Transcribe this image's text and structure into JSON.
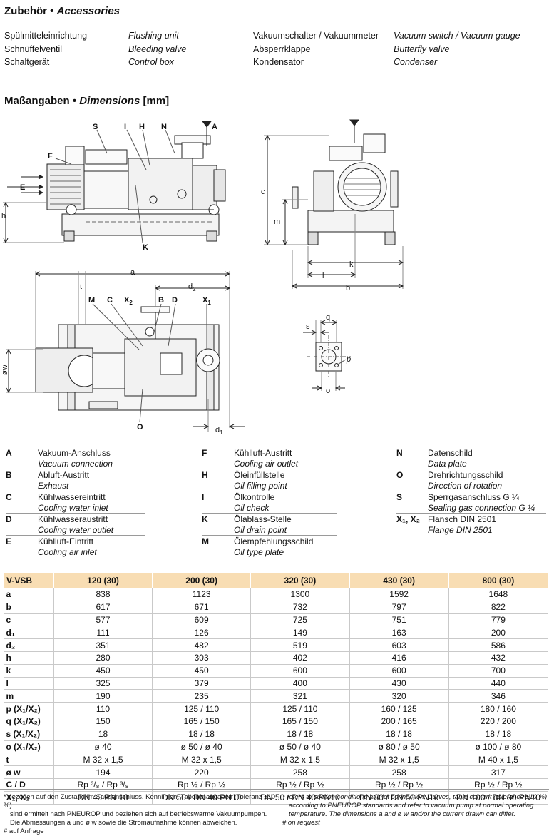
{
  "accessories": {
    "heading_de": "Zubehör",
    "heading_sep": "•",
    "heading_en": "Accessories",
    "items": [
      {
        "de": "Spülmitteleinrichtung",
        "en": "Flushing unit"
      },
      {
        "de": "Schnüffelventil",
        "en": "Bleeding valve"
      },
      {
        "de": "Schaltgerät",
        "en": "Control box"
      },
      {
        "de": "Vakuumschalter / Vakuummeter",
        "en": "Vacuum switch / Vacuum gauge"
      },
      {
        "de": "Absperrklappe",
        "en": "Butterfly valve"
      },
      {
        "de": "Kondensator",
        "en": "Condenser"
      }
    ]
  },
  "dimensions": {
    "heading_de": "Maßangaben",
    "heading_sep": "•",
    "heading_en": "Dimensions",
    "heading_unit": "[mm]",
    "labels": {
      "S": "S",
      "I": "I",
      "H": "H",
      "N": "N",
      "A": "A",
      "F": "F",
      "E": "E",
      "h": "h",
      "K": "K",
      "c": "c",
      "m": "m",
      "l": "l",
      "k": "k",
      "b": "b",
      "a": "a",
      "t": "t",
      "d2": "d",
      "d2_sub": "2",
      "M": "M",
      "C": "C",
      "X2": "X",
      "X2_sub": "2",
      "B": "B",
      "D": "D",
      "X1": "X",
      "X1_sub": "1",
      "ow": "øw",
      "O": "O",
      "d1": "d",
      "d1_sub": "1",
      "s": "s",
      "q": "q",
      "p": "p",
      "o": "o"
    }
  },
  "legend": [
    {
      "key": "A",
      "de": "Vakuum-Anschluss",
      "en": "Vacuum connection"
    },
    {
      "key": "B",
      "de": "Abluft-Austritt",
      "en": "Exhaust"
    },
    {
      "key": "C",
      "de": "Kühlwassereintritt",
      "en": "Cooling water inlet"
    },
    {
      "key": "D",
      "de": "Kühlwasseraustritt",
      "en": "Cooling water outlet"
    },
    {
      "key": "E",
      "de": "Kühlluft-Eintritt",
      "en": "Cooling air inlet"
    },
    {
      "key": "F",
      "de": "Kühlluft-Austritt",
      "en": "Cooling air outlet"
    },
    {
      "key": "H",
      "de": "Öleinfüllstelle",
      "en": "Oil filling point"
    },
    {
      "key": "I",
      "de": "Ölkontrolle",
      "en": "Oil check"
    },
    {
      "key": "K",
      "de": "Ölablass-Stelle",
      "en": "Oil drain point"
    },
    {
      "key": "M",
      "de": "Ölempfehlungsschild",
      "en": "Oil type plate"
    },
    {
      "key": "N",
      "de": "Datenschild",
      "en": "Data plate"
    },
    {
      "key": "O",
      "de": "Drehrichtungsschild",
      "en": "Direction of rotation"
    },
    {
      "key": "S",
      "de": "Sperrgasanschluss G ¼",
      "en": "Sealing gas connection G ¼"
    },
    {
      "key": "X₁, X₂",
      "de": "Flansch DIN 2501",
      "en": "Flange DIN 2501"
    }
  ],
  "table": {
    "header": [
      "V-VSB",
      "120 (30)",
      "200 (30)",
      "320 (30)",
      "430 (30)",
      "800 (30)"
    ],
    "rows": [
      [
        "a",
        "838",
        "1123",
        "1300",
        "1592",
        "1648"
      ],
      [
        "b",
        "617",
        "671",
        "732",
        "797",
        "822"
      ],
      [
        "c",
        "577",
        "609",
        "725",
        "751",
        "779"
      ],
      [
        "d₁",
        "111",
        "126",
        "149",
        "163",
        "200"
      ],
      [
        "d₂",
        "351",
        "482",
        "519",
        "603",
        "586"
      ],
      [
        "h",
        "280",
        "303",
        "402",
        "416",
        "432"
      ],
      [
        "k",
        "450",
        "450",
        "600",
        "600",
        "700"
      ],
      [
        "l",
        "325",
        "379",
        "400",
        "430",
        "440"
      ],
      [
        "m",
        "190",
        "235",
        "321",
        "320",
        "346"
      ],
      [
        "p (X₁/X₂)",
        "110",
        "125 / 110",
        "125 / 110",
        "160 / 125",
        "180 / 160"
      ],
      [
        "q (X₁/X₂)",
        "150",
        "165 / 150",
        "165 / 150",
        "200 / 165",
        "220 / 200"
      ],
      [
        "s (X₁/X₂)",
        "18",
        "18 / 18",
        "18 / 18",
        "18 / 18",
        "18 / 18"
      ],
      [
        "o (X₁/X₂)",
        "ø 40",
        "ø 50 / ø 40",
        "ø 50 / ø 40",
        "ø 80 / ø 50",
        "ø 100 / ø 80"
      ],
      [
        "t",
        "M 32 x 1,5",
        "M 32 x 1,5",
        "M 32 x 1,5",
        "M 32 x 1,5",
        "M 40 x 1,5"
      ],
      [
        "ø w",
        "194",
        "220",
        "258",
        "258",
        "317"
      ],
      [
        "C / D",
        "Rp ³/₈  /  Rp ³/₈",
        "Rp ½  /  Rp ½",
        "Rp ½  /  Rp ½",
        "Rp ½  /  Rp ½",
        "Rp ½  /  Rp ½"
      ],
      [
        "X₁, X₂",
        "DN 40  PN 10",
        "DN 50 / DN 40 PN10",
        "DN 50 / DN 40 PN10",
        "DN 80 / DN 50 PN10",
        "DN 100 / DN 80 PN10"
      ]
    ]
  },
  "footnotes": {
    "de": [
      "*  bezogen auf den Zustand im Sauganschluss. Kennlinien, Tabellenangaben (Toleranz ±10 %)",
      "sind ermittelt nach PNEUROP und beziehen sich auf betriebswarme Vakuumpumpen.",
      "Die Abmessungen a und ø w sowie die Stromaufnahme können abweichen.",
      "#  auf Anfrage"
    ],
    "en": [
      "*  refers to suction conditions at inlet connection. Curves, table content (tolerance ±10 %)",
      "according to PNEUROP standards and refer to vacuum pump at normal operating",
      "temperature. The dimensions a and ø w and/or the current drawn can differ.",
      "#  on request"
    ]
  },
  "colors": {
    "table_header_bg": "#f8ddb3",
    "rule": "#888888"
  }
}
